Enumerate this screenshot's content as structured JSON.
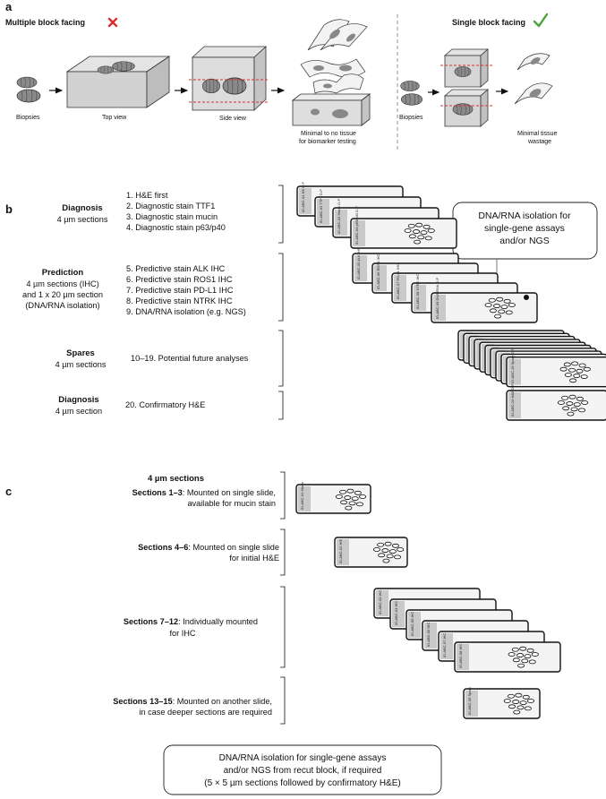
{
  "panel_a": {
    "letter": "a",
    "left_title": "Multiple block facing",
    "right_title": "Single block facing",
    "labels": {
      "biopsies": "Biopsies",
      "top_view": "Top view",
      "side_view": "Side view",
      "minimal_line1": "Minimal to no tissue",
      "minimal_line2": "for biomarker testing",
      "biopsies_right": "Biopsies",
      "wastage_line1": "Minimal tissue",
      "wastage_line2": "wastage"
    },
    "icons": {
      "bad": "red-cross-icon",
      "good": "green-check-icon"
    },
    "colors": {
      "bad": "#d9302c",
      "good": "#4aa23a"
    }
  },
  "panel_b": {
    "letter": "b",
    "groups": [
      {
        "title": "Diagnosis",
        "subtitle": [
          "4 µm sections"
        ],
        "items": [
          "1. H&E first",
          "2. Diagnostic stain TTF1",
          "3. Diagnostic stain mucin",
          "4. Diagnostic stain p63/p40"
        ]
      },
      {
        "title": "Prediction",
        "subtitle": [
          "4 µm sections (IHC)",
          "and 1 x 20 µm section",
          "(DNA/RNA isolation)"
        ],
        "items": [
          "5. Predictive stain ALK IHC",
          "6. Predictive stain ROS1 IHC",
          "7. Predictive stain PD-L1 IHC",
          "8. Predictive stain NTRK  IHC",
          "9. DNA/RNA isolation (e.g. NGS)"
        ]
      },
      {
        "title": "Spares",
        "subtitle": [
          "4 µm sections"
        ],
        "items": [
          "10–19. Potential future analyses"
        ]
      },
      {
        "title": "Diagnosis",
        "subtitle": [
          "4 µm section"
        ],
        "items": [
          "20. Confirmatory H&E"
        ]
      }
    ],
    "callout": [
      "DNA/RNA isolation for",
      "single-gene assays",
      "and/or NGS"
    ],
    "slide_labels": {
      "diag": [
        "ID-ABC-01 HE D-P",
        "ID-ABC-02 TTF1 D-P",
        "ID-ABC-03 Mucin D-P",
        "ID-ABC-04 p63/p40 D-P"
      ],
      "pred": [
        "ID-ABC-05 ALK IHC",
        "ID-ABC-06 ROS1 IHC",
        "ID-ABC-07 PD-L1 IHC",
        "ID-ABC-08 NTRK IHC",
        "ID-ABC-09 DNA/RNA D-P"
      ],
      "spare_front": "ID-ABC-19 Spare D-P",
      "confirm": "ID-ABC-20 H&E D-P"
    }
  },
  "panel_c": {
    "letter": "c",
    "heading": "4 µm sections",
    "rows": [
      {
        "range": "Sections 1–3",
        "text1": ": Mounted on single slide,",
        "text2": "available for mucin stain"
      },
      {
        "range": "Sections 4–6",
        "text1": ": Mounted on single slide",
        "text2": "for initial H&E"
      },
      {
        "range": "Sections 7–12",
        "text1": ": Individually mounted",
        "text2": "for IHC"
      },
      {
        "range": "Sections 13–15",
        "text1": ": Mounted on another slide,",
        "text2": "in case deeper sections are required"
      }
    ],
    "bottom_box": [
      "DNA/RNA isolation for single-gene assays",
      "and/or NGS from recut block, if required",
      "(5 × 5 µm sections followed by confirmatory H&E)"
    ],
    "slide_labels": {
      "s1": "ID-ABC-01 Mucin",
      "s2": "ID-ABC-02 H/E",
      "ihc": [
        "ID-ABC-03 IHC",
        "ID-ABC-04 IHC",
        "ID-ABC-05 IHC",
        "ID-ABC-06 IHC",
        "ID-ABC-07 IHC",
        "ID-ABC-08 IHC"
      ],
      "spare": "ID-ABC-09 Spare"
    }
  }
}
